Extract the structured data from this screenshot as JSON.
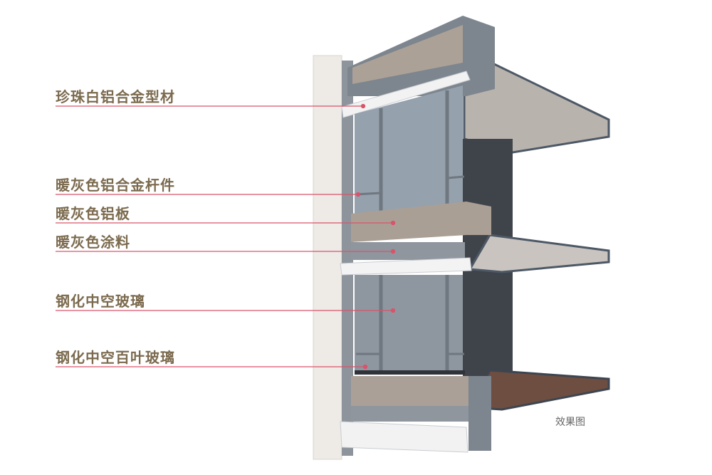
{
  "labels": [
    {
      "text": "珍珠白铝合金型材"
    },
    {
      "text": "暖灰色铝合金杆件"
    },
    {
      "text": "暖灰色铝板"
    },
    {
      "text": "暖灰色涂料"
    },
    {
      "text": "钢化中空玻璃"
    },
    {
      "text": "钢化中空百叶玻璃"
    }
  ],
  "caption": "效果图",
  "colors": {
    "label_text": "#7b6a4e",
    "leader_line": "#d9536a"
  }
}
